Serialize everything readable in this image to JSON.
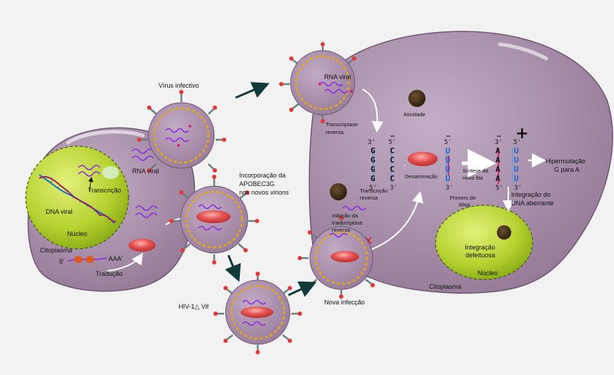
{
  "labels": {
    "virus_infectivo": "Vírus infectivo",
    "rna_viral_left": "RNA viral",
    "transcricao": "Transcrição",
    "dna_viral": "DNA viral",
    "nucleo_left": "Núcleo",
    "citoplasma_left": "Citoplasma",
    "five_prime": "5'",
    "aaa": "AAA'",
    "traducao": "Tradução",
    "incorporacao_1": "Incorporação da",
    "incorporacao_2": "APOBEC3G",
    "incorporacao_3": "nos novos virions",
    "hiv_delta_vif": "HIV-1△  Vif",
    "nova_infeccao": "Nova infecção",
    "rna_viral_right": "RNA viral",
    "transcriptase_1": "Transcriptase",
    "transcriptase_2": "reversa",
    "atividade": "Atividade",
    "transcricao_reversa_1": "Transcrição",
    "transcricao_reversa_2": "reversa",
    "desaminacao": "Desaminação",
    "sintese_1": "Síntese da",
    "sintese_2": "nova fita",
    "primers_1": "Primers de",
    "primers_2": "RNA",
    "hipermutacao_1": "Hipermutação",
    "hipermutacao_2": "G para A",
    "integracao_dna_1": "Integração do",
    "integracao_dna_2": "DNA aberrante",
    "inibicao_1": "Inibição da",
    "inibicao_2": "transcriptase",
    "inibicao_3": "reversa",
    "integracao_def_1": "Integração",
    "integracao_def_2": "defeituosa",
    "nucleo_right": "Núcleo",
    "citoplasma_right": "Citoplasma"
  },
  "strands": {
    "s1": {
      "top": "3'",
      "bases": [
        "G",
        "G",
        "G",
        "G"
      ],
      "bottom": "5'"
    },
    "s2": {
      "top": "5'",
      "bases": [
        "C",
        "C",
        "C",
        "C"
      ],
      "bottom": "3'"
    },
    "s3": {
      "top": "5'",
      "bases": [
        "U",
        "U",
        "U",
        "U"
      ],
      "bottom": "3'"
    },
    "s4": {
      "top": "3'",
      "bases": [
        "A",
        "A",
        "A",
        "A"
      ],
      "bottom": "5'"
    },
    "s5": {
      "top": "5'",
      "bases": [
        "U",
        "U",
        "U",
        "U"
      ],
      "bottom": "3'"
    }
  },
  "colors": {
    "cell": "#a48aa5",
    "cell_edge": "#6d5670",
    "nucleus": "#a8cc2a",
    "rna": "#8a2be2",
    "enzyme": "#d94040",
    "arrow_dark": "#123a3a",
    "dots": "#e0a81a"
  }
}
